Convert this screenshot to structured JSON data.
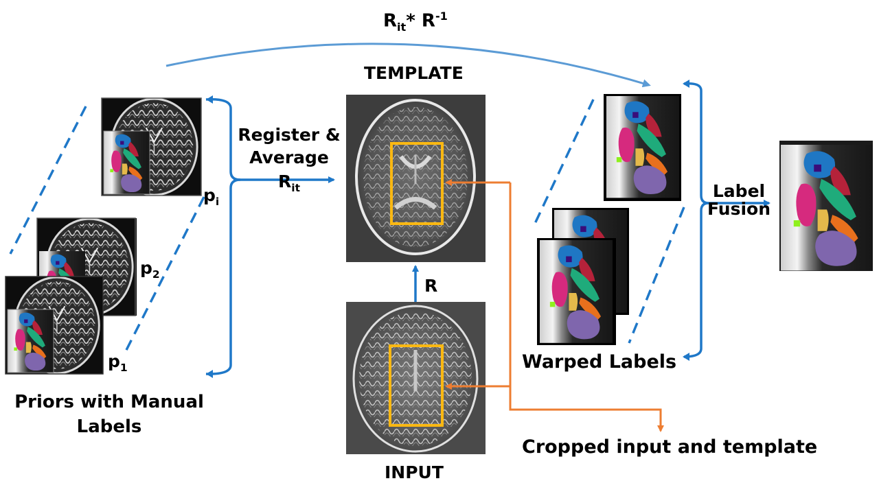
{
  "colors": {
    "flow_blue": "#1f78c8",
    "arc_blue": "#5b9bd5",
    "orange": "#ed7d31",
    "crop_box": "#fbb811",
    "mri_dark": "#3a3a3a",
    "label_blue": "#1f77c4",
    "label_red": "#b5223a",
    "label_teal": "#1fab7b",
    "label_magenta": "#d62a7e",
    "label_yellow": "#e4b94b",
    "label_orange": "#e8701d",
    "label_purple": "#7f66ad",
    "label_lime": "#8ff01d",
    "label_navy": "#3a0d7a"
  },
  "top_transform": {
    "base": "R",
    "base_sub": "it",
    "op": "* R",
    "exp": "-1"
  },
  "template": {
    "title": "TEMPLATE"
  },
  "input": {
    "title": "INPUT"
  },
  "register": {
    "line1": "Register &",
    "line2": "Average",
    "base": "R",
    "sub": "it"
  },
  "registration_arrow": {
    "label": "R"
  },
  "priors": {
    "caption_line1": "Priors with Manual",
    "caption_line2": "Labels",
    "items": [
      {
        "base": "p",
        "sub": "i"
      },
      {
        "base": "p",
        "sub": "2"
      },
      {
        "base": "p",
        "sub": "1"
      }
    ]
  },
  "warped": {
    "caption": "Warped Labels"
  },
  "fusion": {
    "line1": "Label",
    "line2": "Fusion"
  },
  "cropped": {
    "caption": "Cropped input and template"
  }
}
